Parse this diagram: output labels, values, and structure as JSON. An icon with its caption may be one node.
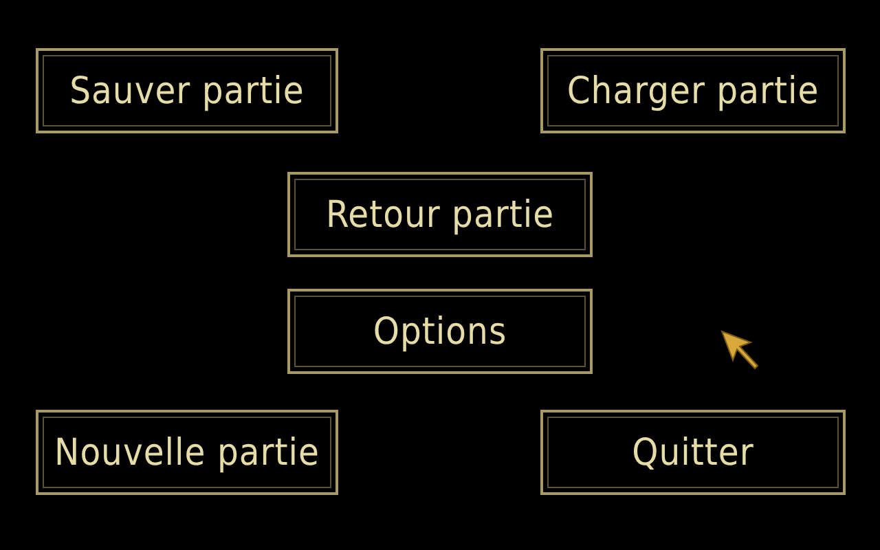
{
  "diagram": {
    "nodes": [
      {
        "text": [
          "Sauver partie"
        ]
      },
      {
        "text": [
          "Charger partie"
        ]
      },
      {
        "text": [
          "Retour partie"
        ]
      },
      {
        "text": [
          "Options"
        ]
      },
      {
        "text": [
          "Nouvelle partie"
        ]
      },
      {
        "text": [
          "Quitter"
        ]
      }
    ]
  }
}
